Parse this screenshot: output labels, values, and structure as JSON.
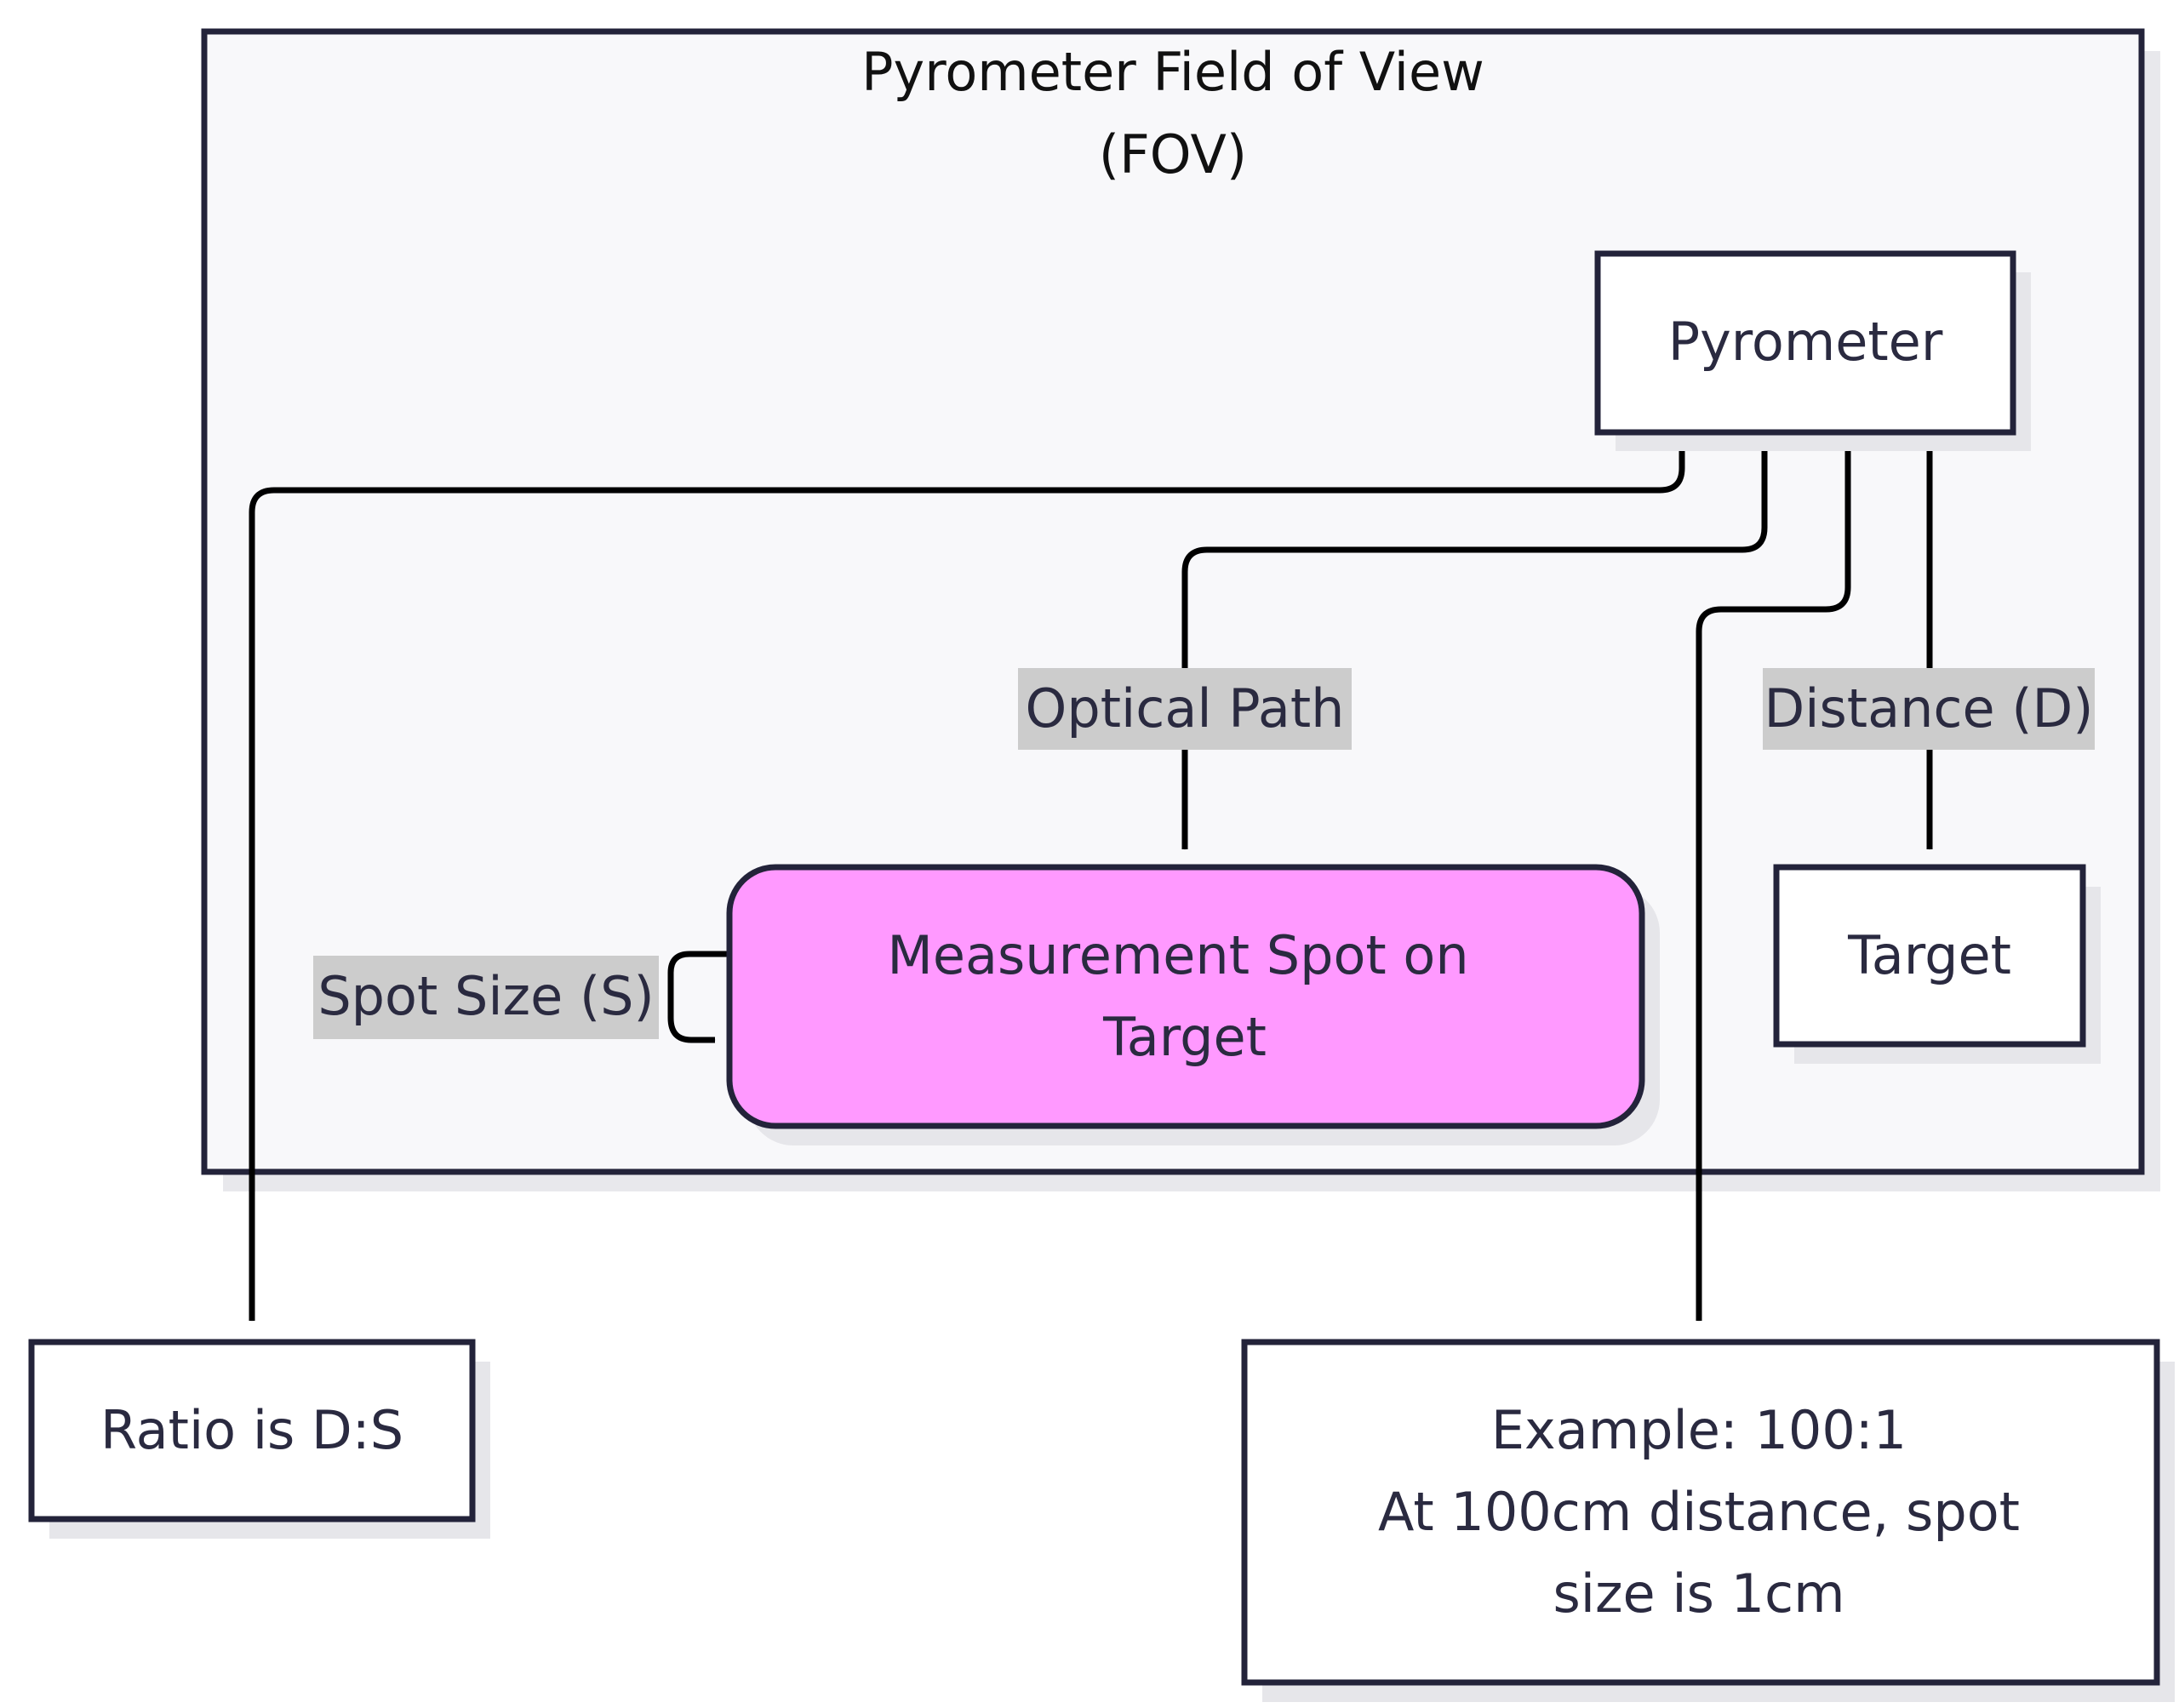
{
  "diagram": {
    "group": {
      "title_line1": "Pyrometer Field of View",
      "title_line2": "(FOV)"
    },
    "nodes": {
      "pyrometer": {
        "label": "Pyrometer"
      },
      "measurement_spot": {
        "label_line1": "Measurement Spot on",
        "label_line2": "Target"
      },
      "target": {
        "label": "Target"
      },
      "ratio": {
        "label": "Ratio is D:S"
      },
      "example": {
        "label_line1": "Example: 100:1",
        "label_line2": "At 100cm distance, spot",
        "label_line3": "size is 1cm"
      }
    },
    "edges": {
      "optical_path": {
        "label": "Optical Path"
      },
      "distance": {
        "label": "Distance (D)"
      },
      "spot_size": {
        "label": "Spot Size (S)"
      }
    },
    "colors": {
      "group_fill": "#f8f8fa",
      "node_fill": "#ffffff",
      "highlight_fill": "#ff99ff",
      "stroke": "#23233a",
      "edge_label_bg": "#cccccc",
      "shadow": "#e6e6ea"
    }
  }
}
